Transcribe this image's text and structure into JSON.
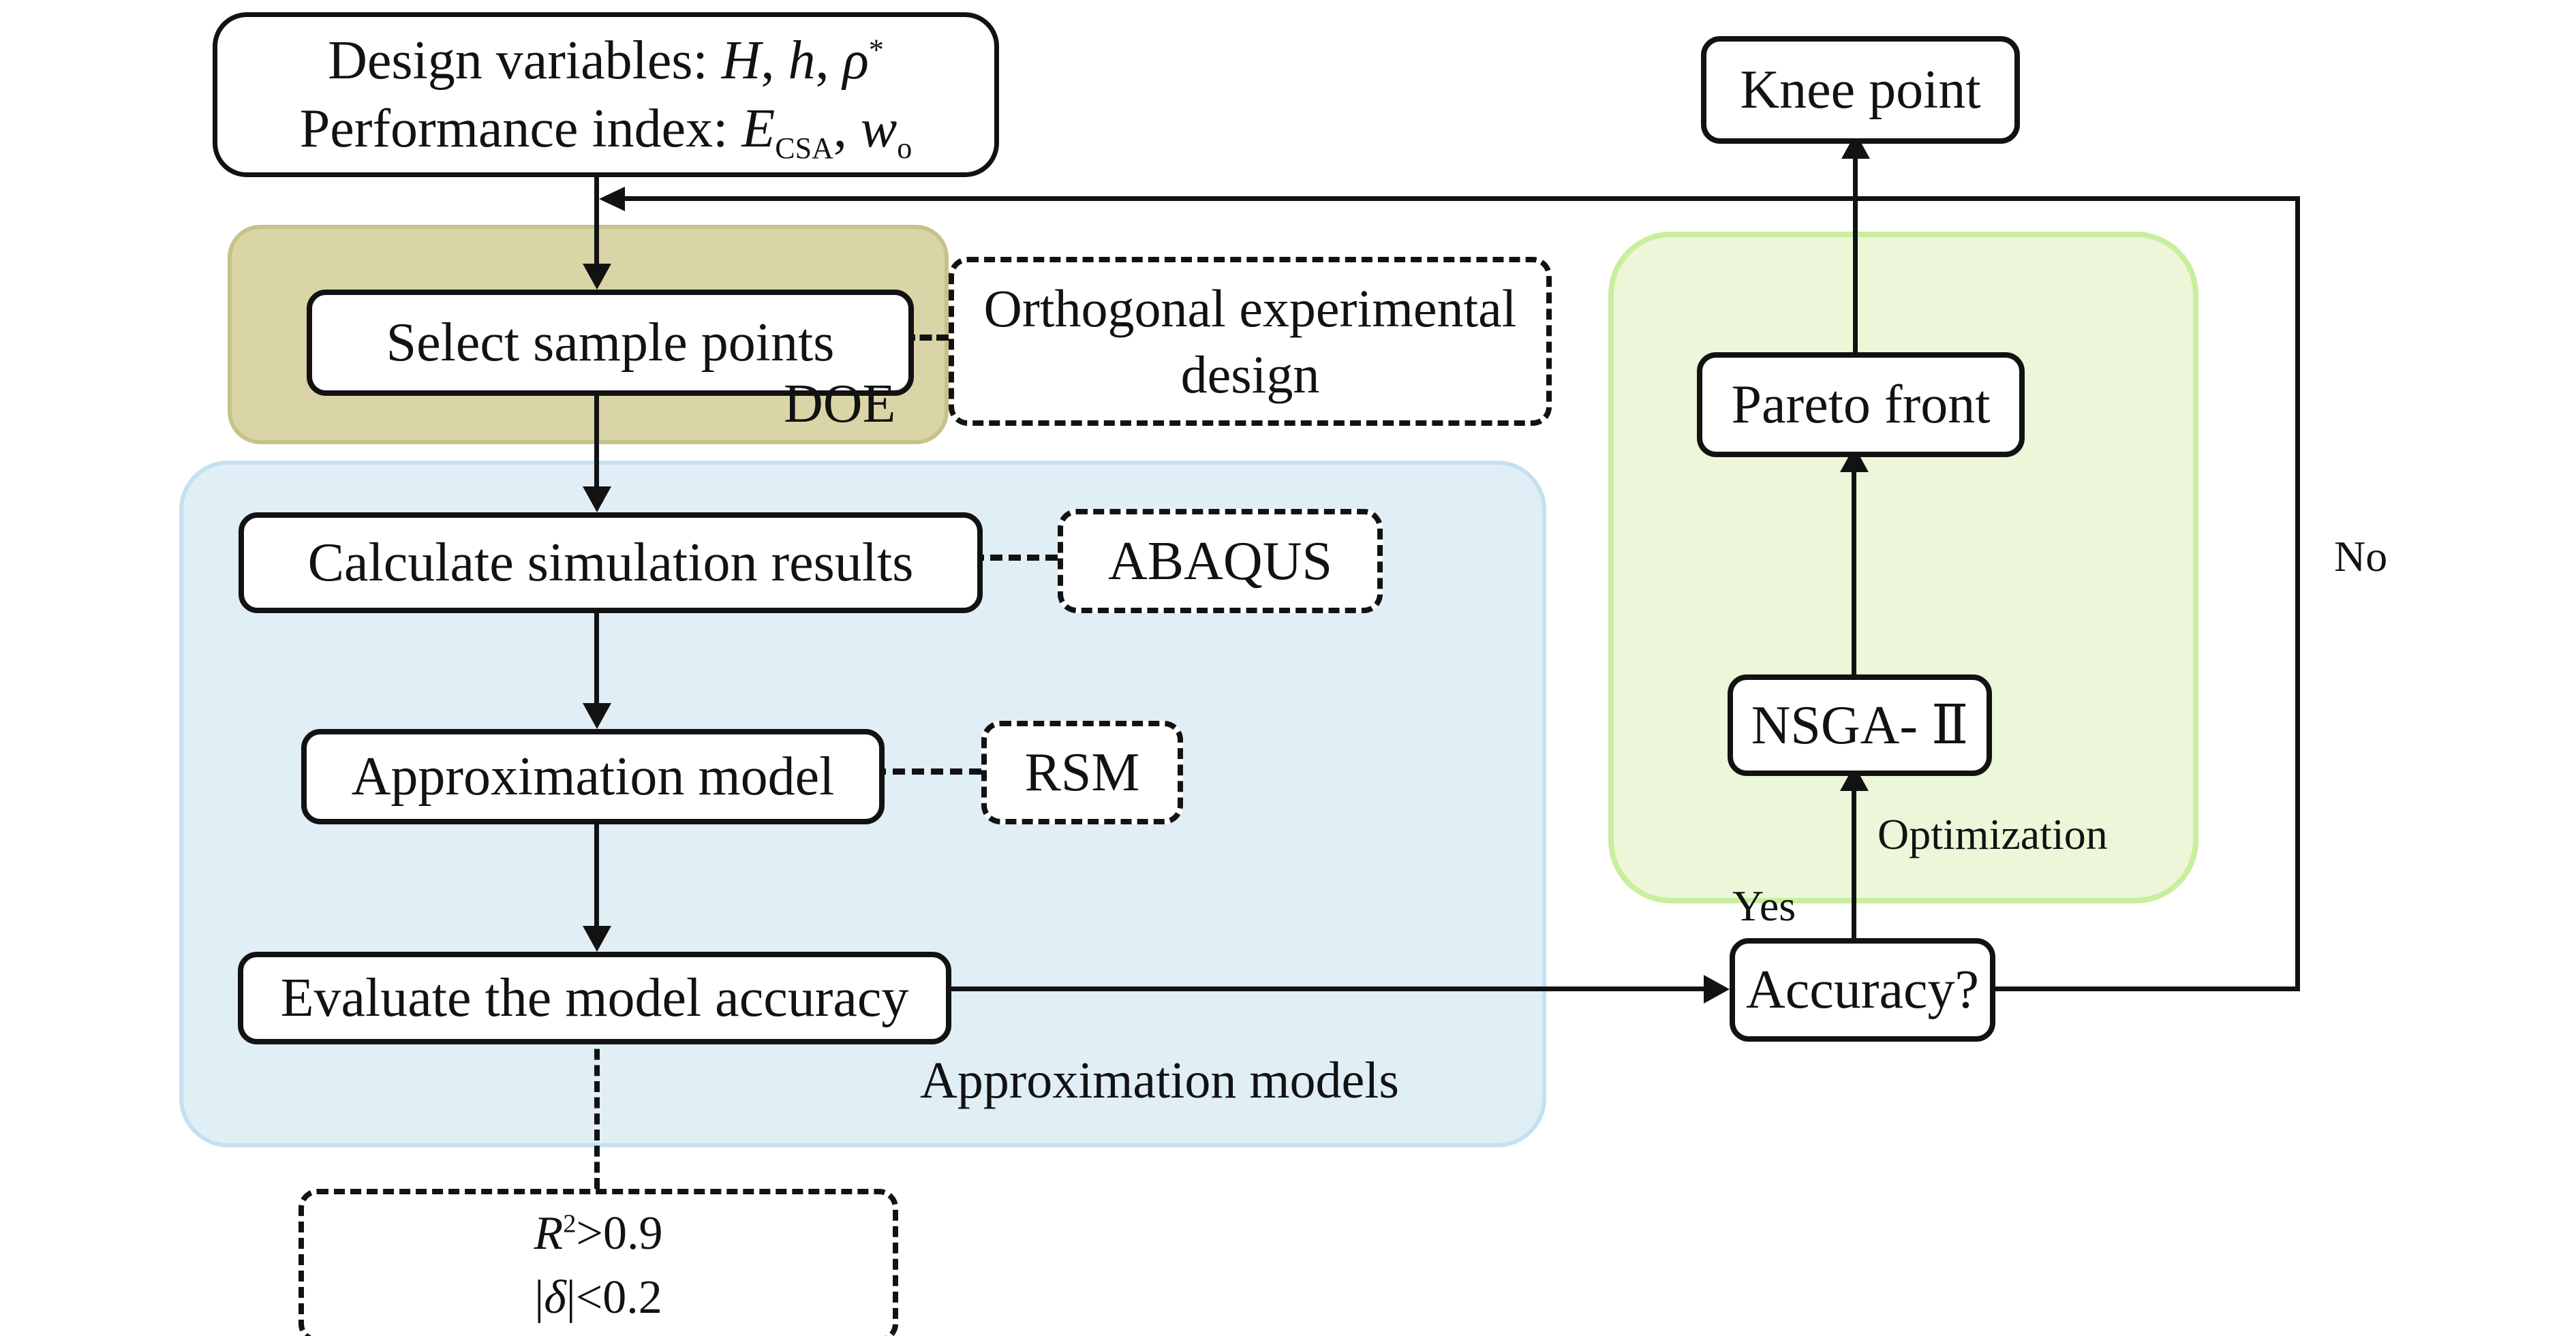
{
  "colors": {
    "ink": "#121212",
    "doe_fill": "#d9d5a6",
    "doe_border": "#c6c289",
    "blue_fill": "#e0eef6",
    "blue_border": "#c5e1f0",
    "green_fill": "#ebf7d8",
    "green_border": "#c9ee9e"
  },
  "nodes": {
    "top_box": {
      "line1_parts": [
        "Design variables: ",
        "H",
        ", ",
        "h",
        ", ",
        "ρ",
        "*"
      ],
      "line2_parts": [
        "Performance index: ",
        "E",
        "CSA",
        ", ",
        "w",
        "o"
      ]
    },
    "select": {
      "label": "Select sample points"
    },
    "doe_label": "DOE",
    "ortho": {
      "line1": "Orthogonal experimental",
      "line2": "design"
    },
    "calc": {
      "label": "Calculate simulation results"
    },
    "abaqus": {
      "label": "ABAQUS"
    },
    "approx": {
      "label": "Approximation model"
    },
    "rsm": {
      "label": "RSM"
    },
    "eval": {
      "label": "Evaluate the model accuracy"
    },
    "r2_box": {
      "line1_parts": [
        "R",
        "2",
        ">0.9"
      ],
      "line2_parts": [
        "|",
        "δ",
        "|<0.2"
      ]
    },
    "models_label": "Approximation models",
    "accuracy": {
      "label": "Accuracy?"
    },
    "nsga": {
      "label": "NSGA- Ⅱ"
    },
    "pareto": {
      "label": "Pareto front"
    },
    "knee": {
      "label": "Knee point"
    },
    "yes_label": "Yes",
    "no_label": "No",
    "optimization_label": "Optimization"
  }
}
